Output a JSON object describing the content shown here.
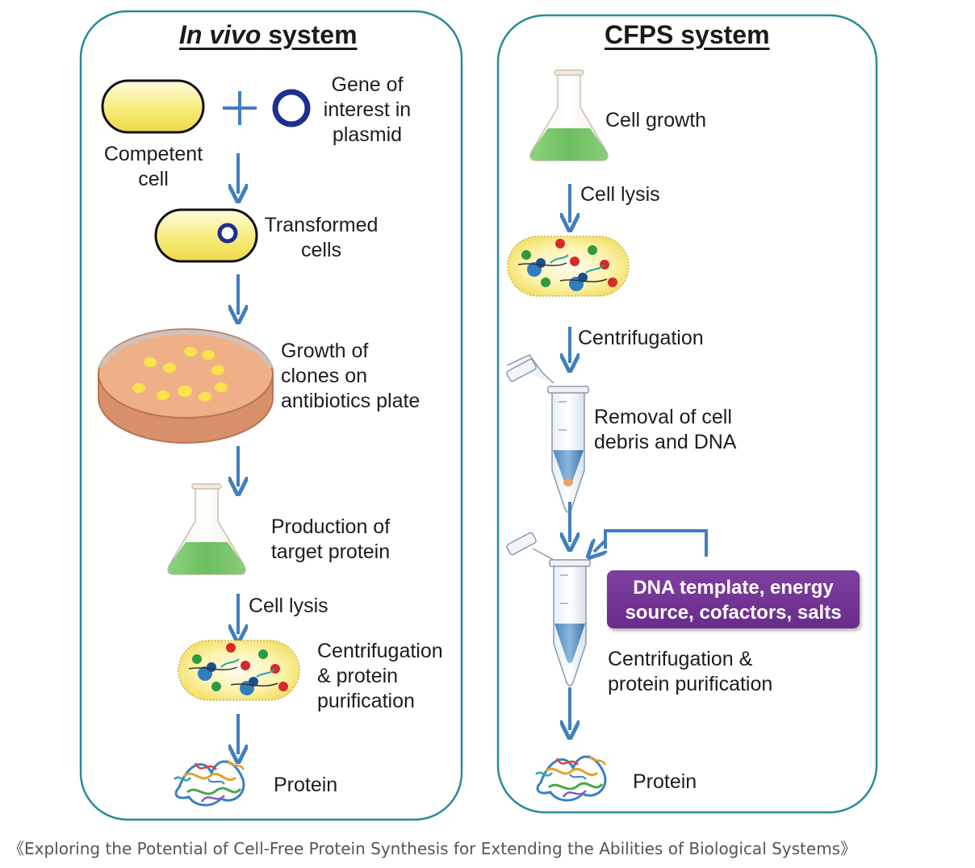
{
  "left_panel": {
    "title_italic": "In vivo",
    "title_rest": " system",
    "competent_cell": "Competent\ncell",
    "gene_of_interest": "Gene of\ninterest in\nplasmid",
    "transformed_cells": "Transformed\ncells",
    "growth_of_clones": "Growth of\nclones on\nantibiotics plate",
    "production": "Production of\ntarget protein",
    "cell_lysis": "Cell lysis",
    "centrifugation_purification": "Centrifugation\n& protein\npurification",
    "protein": "Protein"
  },
  "right_panel": {
    "title": "CFPS system",
    "cell_growth": "Cell growth",
    "cell_lysis": "Cell lysis",
    "centrifugation": "Centrifugation",
    "removal": "Removal of cell\ndebris and DNA",
    "additives_box": "DNA template, energy\nsource, cofactors, salts",
    "centrifugation_purification": "Centrifugation &\nprotein purification",
    "protein": "Protein"
  },
  "caption": "《Exploring the Potential of Cell-Free Protein Synthesis for Extending the Abilities of Biological Systems》",
  "colors": {
    "panel_border": "#2a8a99",
    "arrow": "#3f7fbf",
    "additives_box": "#6f3192",
    "cell_yellow": "#f6ea7a",
    "plasmid_blue": "#1f2f8f",
    "culture_green": "#7cc36e",
    "dish_peach": "#e8a27c"
  }
}
